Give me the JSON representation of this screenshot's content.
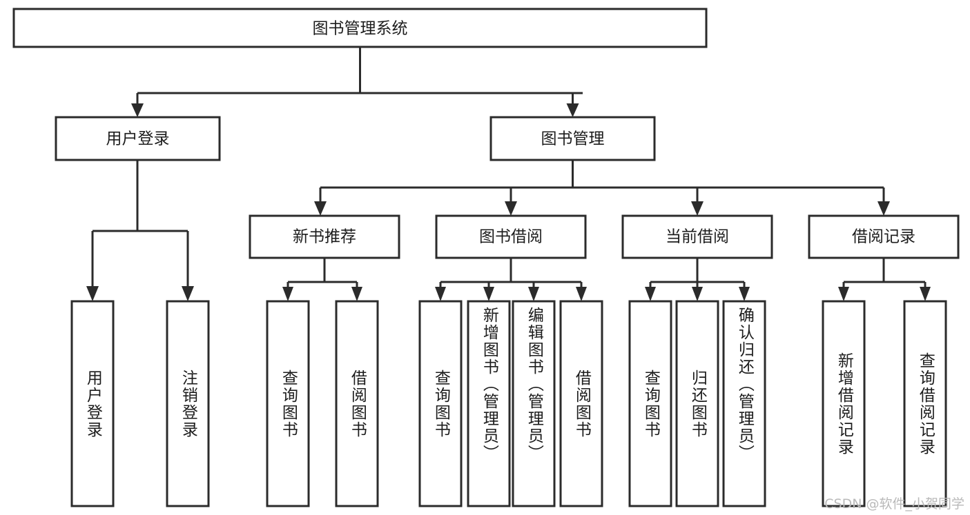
{
  "diagram": {
    "title": "图书管理系统",
    "type": "tree-hierarchy",
    "watermark": "CSDN @软件_小贺同学",
    "colors": {
      "stroke": "#2b2b2b",
      "fill": "#ffffff",
      "text": "#1c1c1c",
      "watermark": "#b9b9b9"
    },
    "root": {
      "label": "图书管理系统"
    },
    "level2": [
      {
        "label": "用户登录"
      },
      {
        "label": "图书管理"
      }
    ],
    "level3": [
      {
        "label": "新书推荐"
      },
      {
        "label": "图书借阅"
      },
      {
        "label": "当前借阅"
      },
      {
        "label": "借阅记录"
      }
    ],
    "leaves": {
      "user_login": [
        {
          "label": "用户登录"
        },
        {
          "label": "注销登录"
        }
      ],
      "new_book_recommend": [
        {
          "label": "查询图书"
        },
        {
          "label": "借阅图书"
        }
      ],
      "book_borrow": [
        {
          "label": "查询图书"
        },
        {
          "label": "新增图书（管理员）"
        },
        {
          "label": "编辑图书（管理员）"
        },
        {
          "label": "借阅图书"
        }
      ],
      "current_borrow": [
        {
          "label": "查询图书"
        },
        {
          "label": "归还图书"
        },
        {
          "label": "确认归还（管理员）"
        }
      ],
      "borrow_record": [
        {
          "label": "新增借阅记录"
        },
        {
          "label": "查询借阅记录"
        }
      ]
    }
  }
}
